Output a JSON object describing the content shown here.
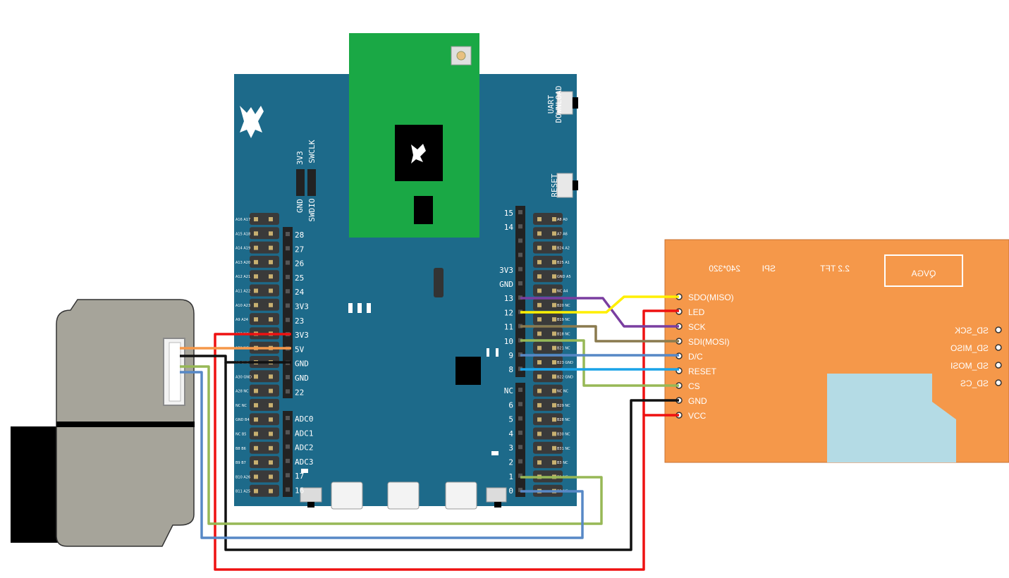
{
  "board": {
    "uart_label_1": "UART",
    "uart_label_2": "DOWNLOAD",
    "reset_label": "RESET",
    "jumper_top_left": "3V3",
    "jumper_top_right": "SWCLK",
    "jumper_bottom_left": "GND",
    "jumper_bottom_right": "SWDIO",
    "left_pins": [
      "28",
      "27",
      "26",
      "25",
      "24",
      "3V3",
      "23",
      "3V3",
      "5V",
      "GND",
      "GND",
      "22"
    ],
    "adc_pins": [
      "ADC0",
      "ADC1",
      "ADC2",
      "ADC3",
      "17",
      "16"
    ],
    "right_pins_top": [
      "15",
      "14",
      "",
      "",
      "3V3",
      "GND",
      "13",
      "12",
      "11",
      "10",
      "9",
      "8"
    ],
    "right_pins_bottom": [
      "NC",
      "6",
      "5",
      "4",
      "3",
      "2",
      "1",
      "0"
    ],
    "left_header_labels": [
      "A16 A17",
      "A15 A18",
      "A14 A19",
      "A13 A20",
      "A12 A21",
      "A11 A22",
      "A10 A23",
      "A9 A24",
      "A22 NC",
      "A31 NC",
      "A0 GND",
      "A30 GND",
      "A28 NC",
      "NC NC",
      "GND B4",
      "NC B5",
      "B8 B6",
      "B9 B7",
      "B10 A26",
      "B11 A25"
    ],
    "right_header_labels": [
      "A8 A0",
      "A7 A6",
      "B24 A2",
      "B25 A1",
      "GND A5",
      "NC A4",
      "B20 NC",
      "B19 NC",
      "B18 NC",
      "B21 NC",
      "B23 GND",
      "B22 GND",
      "NC NC",
      "B29 NC",
      "B28 NC",
      "B30 NC",
      "B31 NC",
      "B3 NC",
      "B1 NC",
      "B2 NC"
    ]
  },
  "lcd": {
    "title_size": "2.2 TFT",
    "title_spi": "SPI",
    "title_res": "240*320",
    "badge": "QVGA",
    "pins": [
      "SDO(MISO)",
      "LED",
      "SCK",
      "SDI(MOSI)",
      "D/C",
      "RESET",
      "CS",
      "GND",
      "VCC"
    ],
    "sd_pins": [
      "SD_SCK",
      "SD_MISO",
      "SD_MOSI",
      "SD_CS"
    ]
  },
  "colors": {
    "board": "#1d6a8a",
    "module": "#1aa845",
    "lcd": "#f5984a",
    "sd_slot": "#b4dbe5",
    "wire_red": "#ee1111",
    "wire_black": "#111111",
    "wire_orange": "#f5984a",
    "wire_green": "#97b856",
    "wire_blue": "#5788c6",
    "wire_purple": "#7a3ea0",
    "wire_yellow": "#ffef00",
    "wire_olive": "#8a7a4e",
    "wire_cyan": "#1aa3e8"
  }
}
